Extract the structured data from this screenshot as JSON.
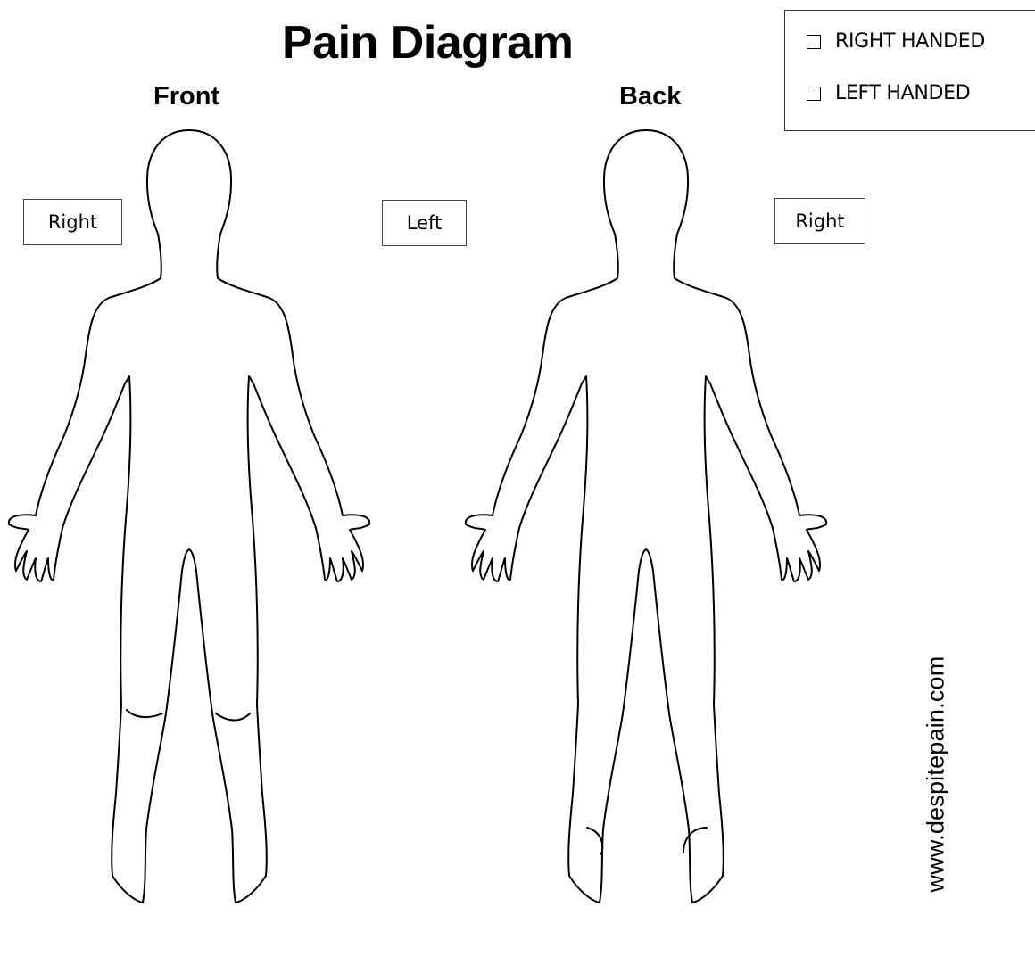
{
  "title": "Pain Diagram",
  "views": {
    "front": "Front",
    "back": "Back"
  },
  "handedness": {
    "right": "RIGHT HANDED",
    "left": "LEFT HANDED"
  },
  "side_labels": {
    "front_right": "Right",
    "center_left": "Left",
    "back_right": "Right"
  },
  "website": "www.despitepain.com"
}
